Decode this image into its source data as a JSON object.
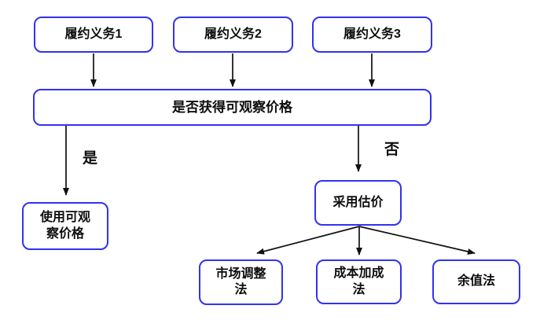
{
  "colors": {
    "accent": "#3232f0",
    "arrow": "#111111",
    "text": "#0d0d0d",
    "background": "#ffffff"
  },
  "flowchart": {
    "nodes": {
      "po1": "履约义务1",
      "po2": "履约义务2",
      "po3": "履约义务3",
      "question": "是否获得可观察价格",
      "observable": "使用可观\n察价格",
      "valuation": "采用估价",
      "market": "市场调整\n法",
      "cost": "成本加成\n法",
      "residual": "余值法"
    },
    "edge_labels": {
      "yes": "是",
      "no": "否"
    }
  }
}
